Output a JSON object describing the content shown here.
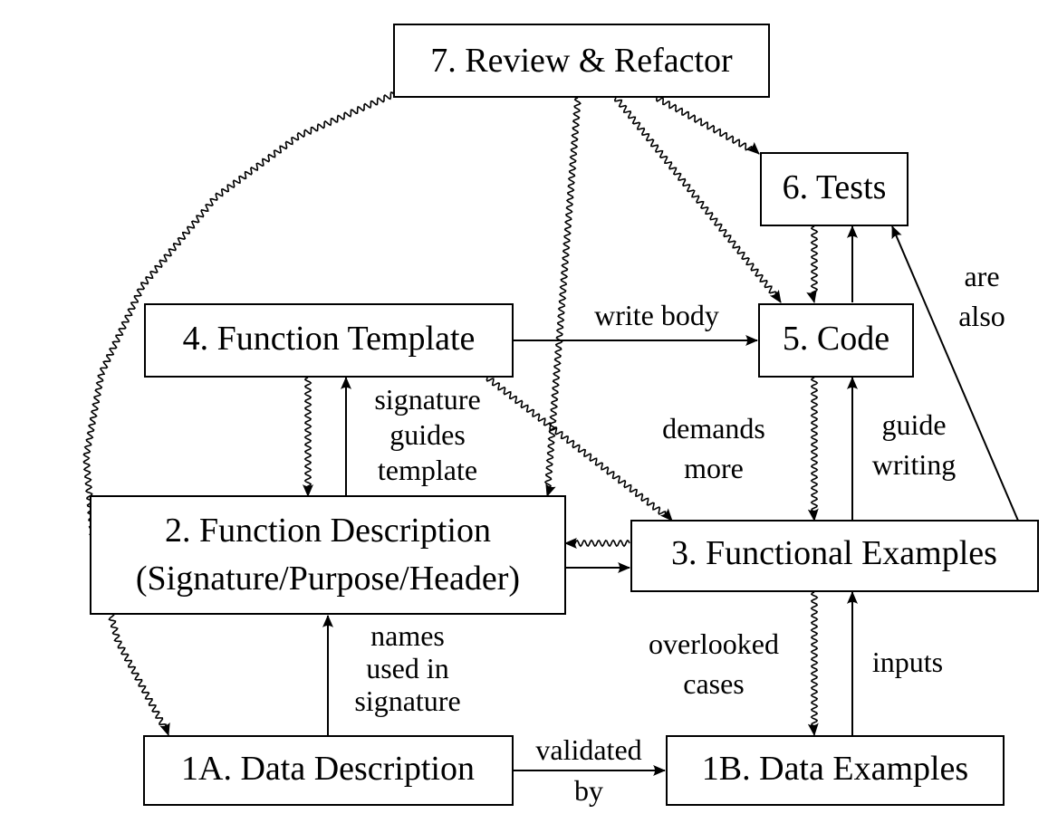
{
  "nodes": {
    "review": "7. Review & Refactor",
    "tests": "6. Tests",
    "template": "4. Function Template",
    "code": "5. Code",
    "description_line1": "2. Function Description",
    "description_line2": "(Signature/Purpose/Header)",
    "examples": "3. Functional Examples",
    "data_description": "1A. Data Description",
    "data_examples": "1B. Data Examples"
  },
  "edge_labels": {
    "write_body": "write body",
    "are_also": [
      "are",
      "also"
    ],
    "signature_guides_template": [
      "signature",
      "guides",
      "template"
    ],
    "demands_more": [
      "demands",
      "more"
    ],
    "guide_writing": [
      "guide",
      "writing"
    ],
    "names_used_in_signature": [
      "names",
      "used in",
      "signature"
    ],
    "overlooked_cases": [
      "overlooked",
      "cases"
    ],
    "inputs": "inputs",
    "validated_by": [
      "validated",
      "by"
    ]
  }
}
